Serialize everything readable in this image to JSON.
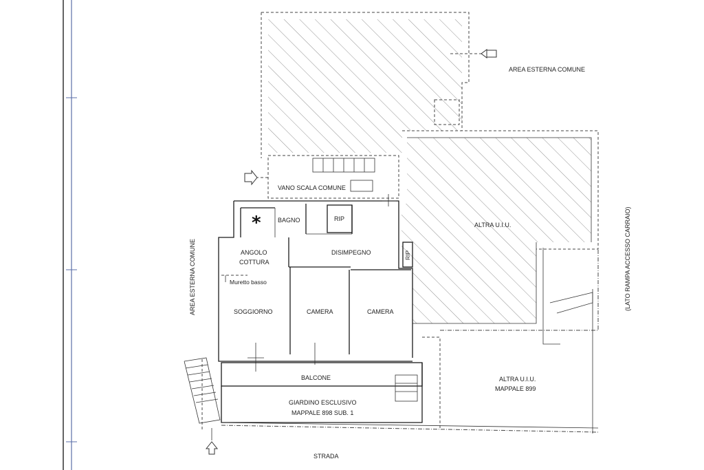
{
  "labels": {
    "area_esterna_comune_top": "AREA ESTERNA COMUNE",
    "area_esterna_comune_left": "AREA ESTERNA COMUNE",
    "lato_rampa": "(LATO RAMPA ACCESSO CARRAIO)",
    "vano_scala": "VANO SCALA COMUNE",
    "bagno": "BAGNO",
    "rip_top": "RIP",
    "rip_side": "RIP",
    "angolo": "ANGOLO",
    "cottura": "COTTURA",
    "muretto": "Muretto basso",
    "disimpegno": "DISIMPEGNO",
    "altra_uiu_top": "ALTRA U.I.U.",
    "soggiorno": "SOGGIORNO",
    "camera_1": "CAMERA",
    "camera_2": "CAMERA",
    "balcone": "BALCONE",
    "giardino_1": "GIARDINO ESCLUSIVO",
    "giardino_2": "MAPPALE 898 SUB. 1",
    "altra_uiu_right_1": "ALTRA U.I.U.",
    "altra_uiu_right_2": "MAPPALE 899",
    "strada": "STRADA",
    "asterisk": "*"
  }
}
